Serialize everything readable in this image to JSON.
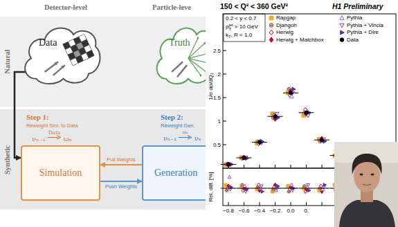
{
  "diagram": {
    "nodes": [
      {
        "text": [
          "Natural"
        ]
      },
      {
        "text": [
          "Data"
        ],
        "in": 0
      },
      {
        "text": [
          "Truth"
        ],
        "in": 0
      },
      {
        "text": [
          "Synthetic"
        ]
      },
      {
        "text": [
          "Simulation"
        ],
        "in": 3
      },
      {
        "text": [
          "Generation"
        ],
        "in": 3
      }
    ],
    "edges": [
      {
        "from": 1,
        "to": 4,
        "arrow": "to"
      },
      {
        "from": 5,
        "to": 4,
        "label": "Pull Weights",
        "arrow": "to"
      },
      {
        "from": 4,
        "to": 5,
        "label": "Push Weights",
        "arrow": "to"
      }
    ],
    "labels": [
      "Detector-level",
      "Particle-leve",
      "Step 1:",
      "Reweight Sim. to Data",
      "νₙ₋₁",
      "Data",
      "ωₙ",
      "Step 2:",
      "Reweight Gen.",
      "νₙ₋₁",
      "ωₙ",
      "νₙ",
      "150 < Q² < 360 GeV²",
      "H1 Preliminary",
      "0.2 < y < 0.7",
      "p",
      "T",
      "jet",
      "> 10 GeV",
      "k",
      "T",
      ", R = 1.0",
      "1/σ dσ/dQ₁",
      "2.5",
      "2",
      "1.5",
      "1",
      "0.5",
      "Rel. diff. [%]",
      "−0.8",
      "−0.6",
      "−0.4",
      "−0.2",
      "0.0",
      "0."
    ],
    "legend": [
      {
        "text": "Rapgap"
      },
      {
        "text": "Djangoh"
      },
      {
        "text": "Herwig"
      },
      {
        "text": "Herwig + Matchbox"
      },
      {
        "text": "Pythia"
      },
      {
        "text": "Pythia + Vincia"
      },
      {
        "text": "Pythia + Dire"
      },
      {
        "text": "Data"
      }
    ]
  }
}
